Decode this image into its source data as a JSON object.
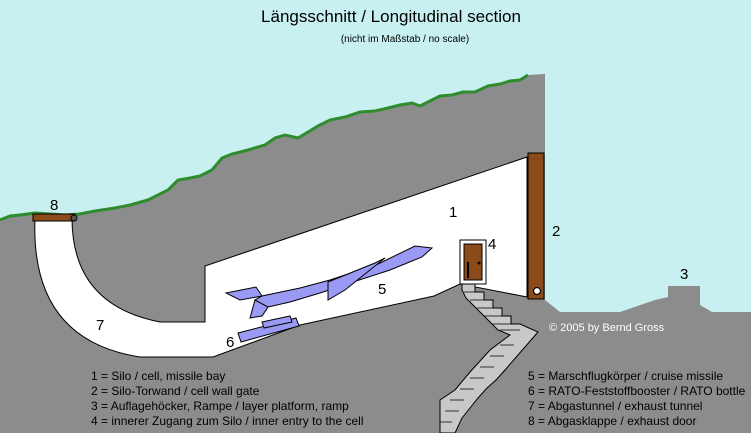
{
  "title": "Längsschnitt / Longitudinal section",
  "subtitle": "(nicht im Maßstab / no scale)",
  "copyright": "© 2005 by Bernd Gross",
  "labels": {
    "n1": "1",
    "n2": "2",
    "n3": "3",
    "n4": "4",
    "n5": "5",
    "n6": "6",
    "n7": "7",
    "n8": "8"
  },
  "legend": {
    "left": [
      "1 = Silo / cell, missile bay",
      "2 = Silo-Torwand / cell wall gate",
      "3 = Auflagehöcker, Rampe / layer platform, ramp",
      "4 = innerer Zugang zum Silo / inner entry to the cell"
    ],
    "right": [
      "5 = Marschflugkörper / cruise missile",
      "6 = RATO-Feststoffbooster / RATO bottle",
      "7 = Abgastunnel / exhaust tunnel",
      "8 = Abgasklappe / exhaust door"
    ]
  },
  "colors": {
    "sky": "#c8f0f0",
    "ground": "#8c8c8c",
    "grass": "#2e8b2e",
    "cavity": "#ffffff",
    "door_brown": "#8b4a1a",
    "missile": "#9a9af5",
    "stairs": "#c8c8c8"
  }
}
